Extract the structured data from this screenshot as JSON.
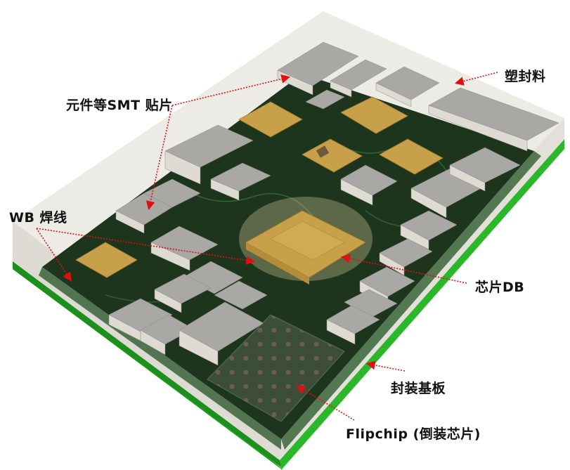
{
  "diagram": {
    "type": "annotated-3d-package-render",
    "subject": "System-in-Package (SiP) cross-section render",
    "colors": {
      "mold": "#d9d6cf",
      "mold_edge": "#bcb8ae",
      "substrate_green": "#2aa82a",
      "pcb_dark": "#1f3a1f",
      "component_gray": "#a7a6a3",
      "component_top": "#b9b8b5",
      "die_gold": "#c9a04a",
      "pad_beige": "#d8c89a",
      "arrow_red": "#e01010"
    }
  },
  "labels": {
    "mold": "塑封料",
    "smt": "元件等SMT 贴片",
    "wb": "WB 焊线",
    "db": "芯片DB",
    "substrate": "封装基板",
    "flipchip": "Flipchip (倒装芯片)"
  }
}
